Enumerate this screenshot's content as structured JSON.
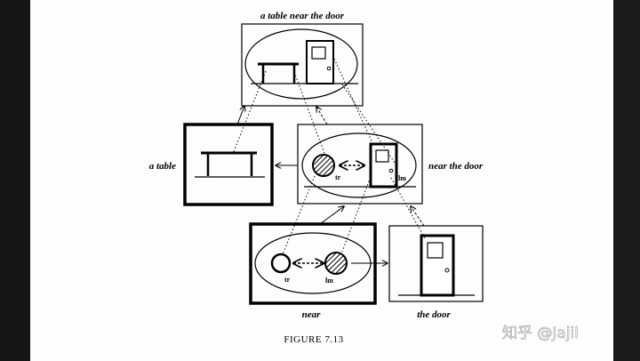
{
  "labels": {
    "top": "a table near the door",
    "left": "a table",
    "right": "near the door",
    "bottom_left": "near",
    "bottom_right": "the door",
    "tr_middle": "tr",
    "lm_middle": "lm",
    "tr_bottom": "tr",
    "lm_bottom": "lm"
  },
  "caption": "FIGURE 7.13",
  "watermark": "知乎 @Jajil"
}
